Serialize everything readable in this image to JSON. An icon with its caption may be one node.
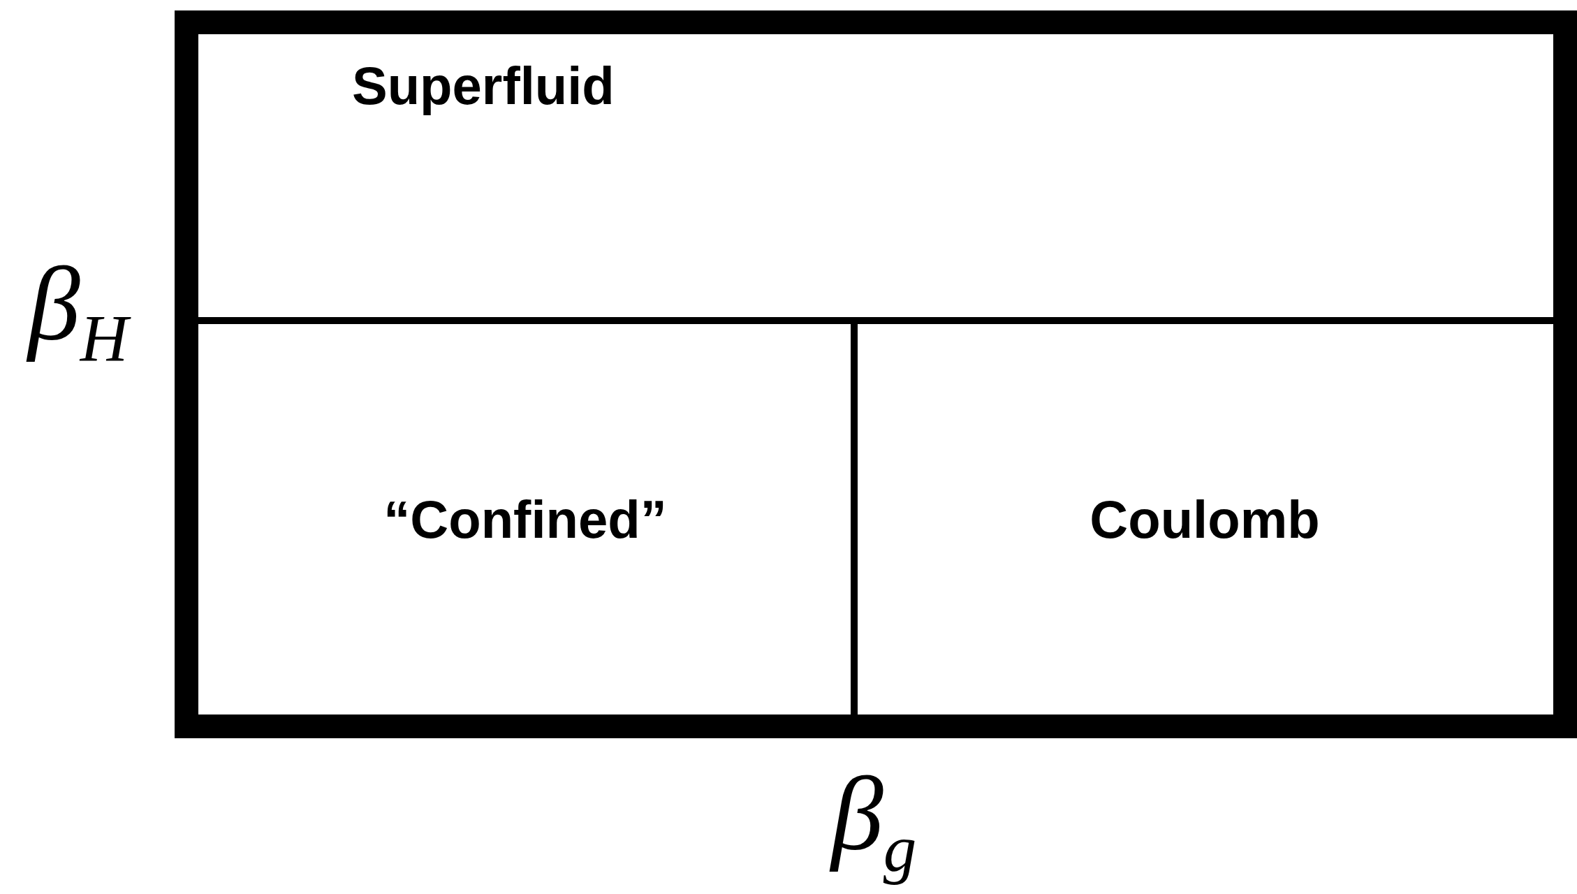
{
  "diagram": {
    "nodes": [
      {
        "text": [
          "Superfluid"
        ]
      },
      {
        "text": [
          "“Confined”"
        ]
      },
      {
        "text": [
          "Coulomb"
        ]
      }
    ],
    "labels": [
      "β$_{H}$",
      "β$_{g}$"
    ]
  }
}
